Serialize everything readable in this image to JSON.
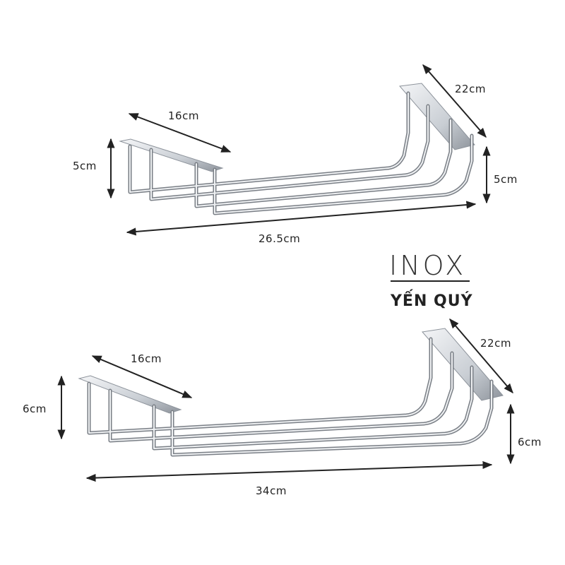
{
  "brand": {
    "line1": "INOX",
    "line2": "YẾN QUÝ"
  },
  "rack_small": {
    "depth_front": "16cm",
    "depth_back": "22cm",
    "height_front": "5cm",
    "height_back": "5cm",
    "length": "26.5cm"
  },
  "rack_large": {
    "depth_front": "16cm",
    "depth_back": "22cm",
    "height_front": "6cm",
    "height_back": "6cm",
    "length": "34cm"
  },
  "colors": {
    "steel_dark": "#7a7f86",
    "steel_light": "#e8ebee",
    "dimension_line": "#222222"
  }
}
